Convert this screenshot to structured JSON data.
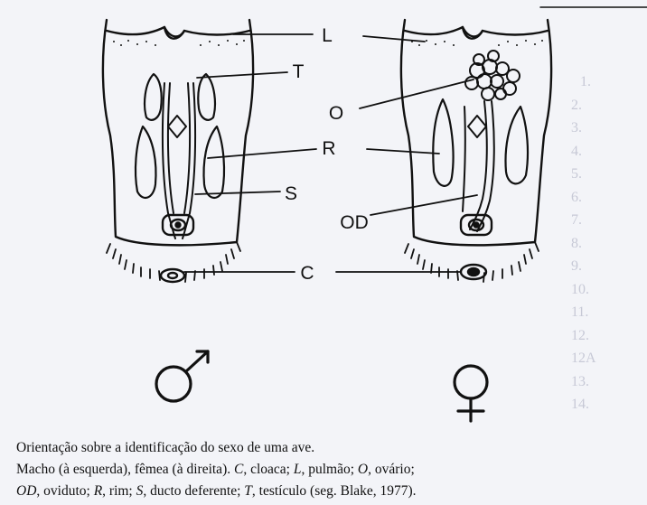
{
  "labels": {
    "L": "L",
    "T": "T",
    "O": "O",
    "R": "R",
    "S": "S",
    "OD": "OD",
    "C": "C"
  },
  "symbols": {
    "male": "male-symbol",
    "female": "female-symbol"
  },
  "caption": {
    "line1": "Orientação sobre a identificação do sexo de uma ave.",
    "line2_runs": [
      {
        "text": "Macho (à esquerda), fêmea (à direita). ",
        "italic": false
      },
      {
        "text": "C",
        "italic": true
      },
      {
        "text": ", cloaca; ",
        "italic": false
      },
      {
        "text": "L",
        "italic": true
      },
      {
        "text": ", pulmão; ",
        "italic": false
      },
      {
        "text": "O",
        "italic": true
      },
      {
        "text": ", ovário;",
        "italic": false
      }
    ],
    "line3_runs": [
      {
        "text": "OD",
        "italic": true
      },
      {
        "text": ", oviduto; ",
        "italic": false
      },
      {
        "text": "R",
        "italic": true
      },
      {
        "text": ", rim; ",
        "italic": false
      },
      {
        "text": "S",
        "italic": true
      },
      {
        "text": ", ducto deferente; ",
        "italic": false
      },
      {
        "text": "T",
        "italic": true
      },
      {
        "text": ", testículo (seg. Blake, 1977).",
        "italic": false
      }
    ]
  },
  "background_text": [
    "1.",
    "2.",
    "3.",
    "4.",
    "5.",
    "6.",
    "7.",
    "8.",
    "9.",
    "10.",
    "11.",
    "12.",
    "12A",
    "13.",
    "14."
  ],
  "colors": {
    "ink": "#111111",
    "paper": "#f3f4f8",
    "ghost": "#c7c9d6"
  }
}
